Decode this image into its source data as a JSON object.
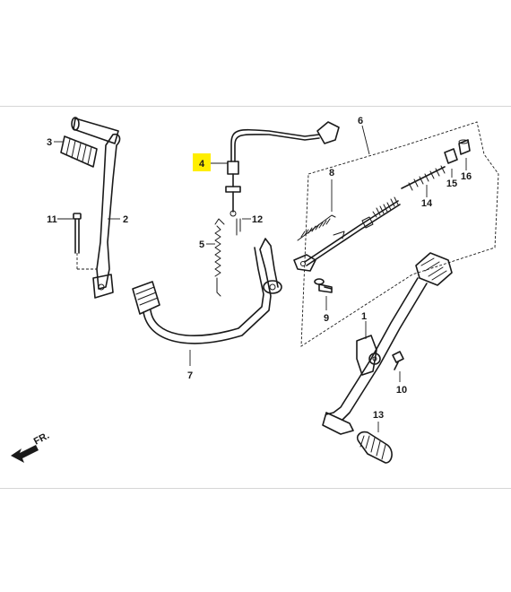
{
  "direction_label": "FR.",
  "highlight_color": "#ffee00",
  "parts": [
    {
      "callout": "1",
      "name": "main-brake-pedal"
    },
    {
      "callout": "2",
      "name": "gear-shift-pedal"
    },
    {
      "callout": "3",
      "name": "shift-pedal-rubber"
    },
    {
      "callout": "4",
      "name": "brake-light-switch-cable",
      "highlighted": true
    },
    {
      "callout": "5",
      "name": "stand-spring"
    },
    {
      "callout": "6",
      "name": "brake-rod-assembly"
    },
    {
      "callout": "7",
      "name": "side-stand-bar"
    },
    {
      "callout": "8",
      "name": "return-spring"
    },
    {
      "callout": "9",
      "name": "joint-pin"
    },
    {
      "callout": "10",
      "name": "pedal-bolt"
    },
    {
      "callout": "11",
      "name": "shift-bolt"
    },
    {
      "callout": "12",
      "name": "cotter-pin"
    },
    {
      "callout": "13",
      "name": "brake-pedal-rubber"
    },
    {
      "callout": "14",
      "name": "rod-spring"
    },
    {
      "callout": "15",
      "name": "adjusting-nut"
    },
    {
      "callout": "16",
      "name": "joint-collar"
    }
  ]
}
